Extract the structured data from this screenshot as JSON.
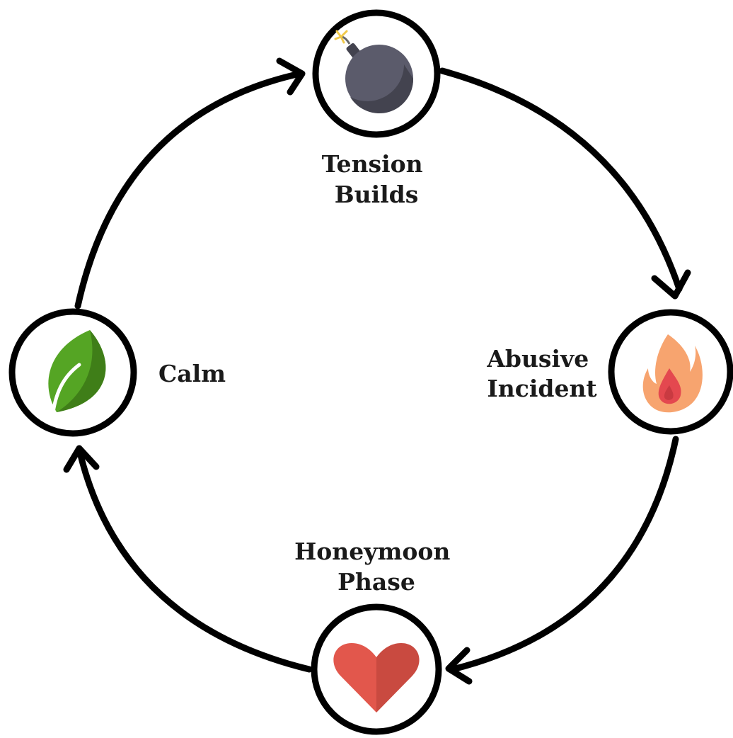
{
  "stages": [
    {
      "id": "tension",
      "label_line1": "Tension",
      "label_line2": "Builds",
      "icon": "bomb-icon"
    },
    {
      "id": "abusive",
      "label_line1": "Abusive",
      "label_line2": "Incident",
      "icon": "fire-icon"
    },
    {
      "id": "honeymoon",
      "label_line1": "Honeymoon",
      "label_line2": "Phase",
      "icon": "heart-icon"
    },
    {
      "id": "calm",
      "label_line1": "Calm",
      "icon": "leaf-icon"
    }
  ],
  "colors": {
    "outline": "#000000",
    "bomb_body": "#5b5b6b",
    "bomb_shadow": "#43434f",
    "fuse_spark": "#f0c94a",
    "fire_outer": "#f7a46f",
    "fire_inner": "#e4484f",
    "heart_left": "#e2574c",
    "heart_right": "#c94a40",
    "leaf_light": "#55a524",
    "leaf_dark": "#3f7e18"
  }
}
